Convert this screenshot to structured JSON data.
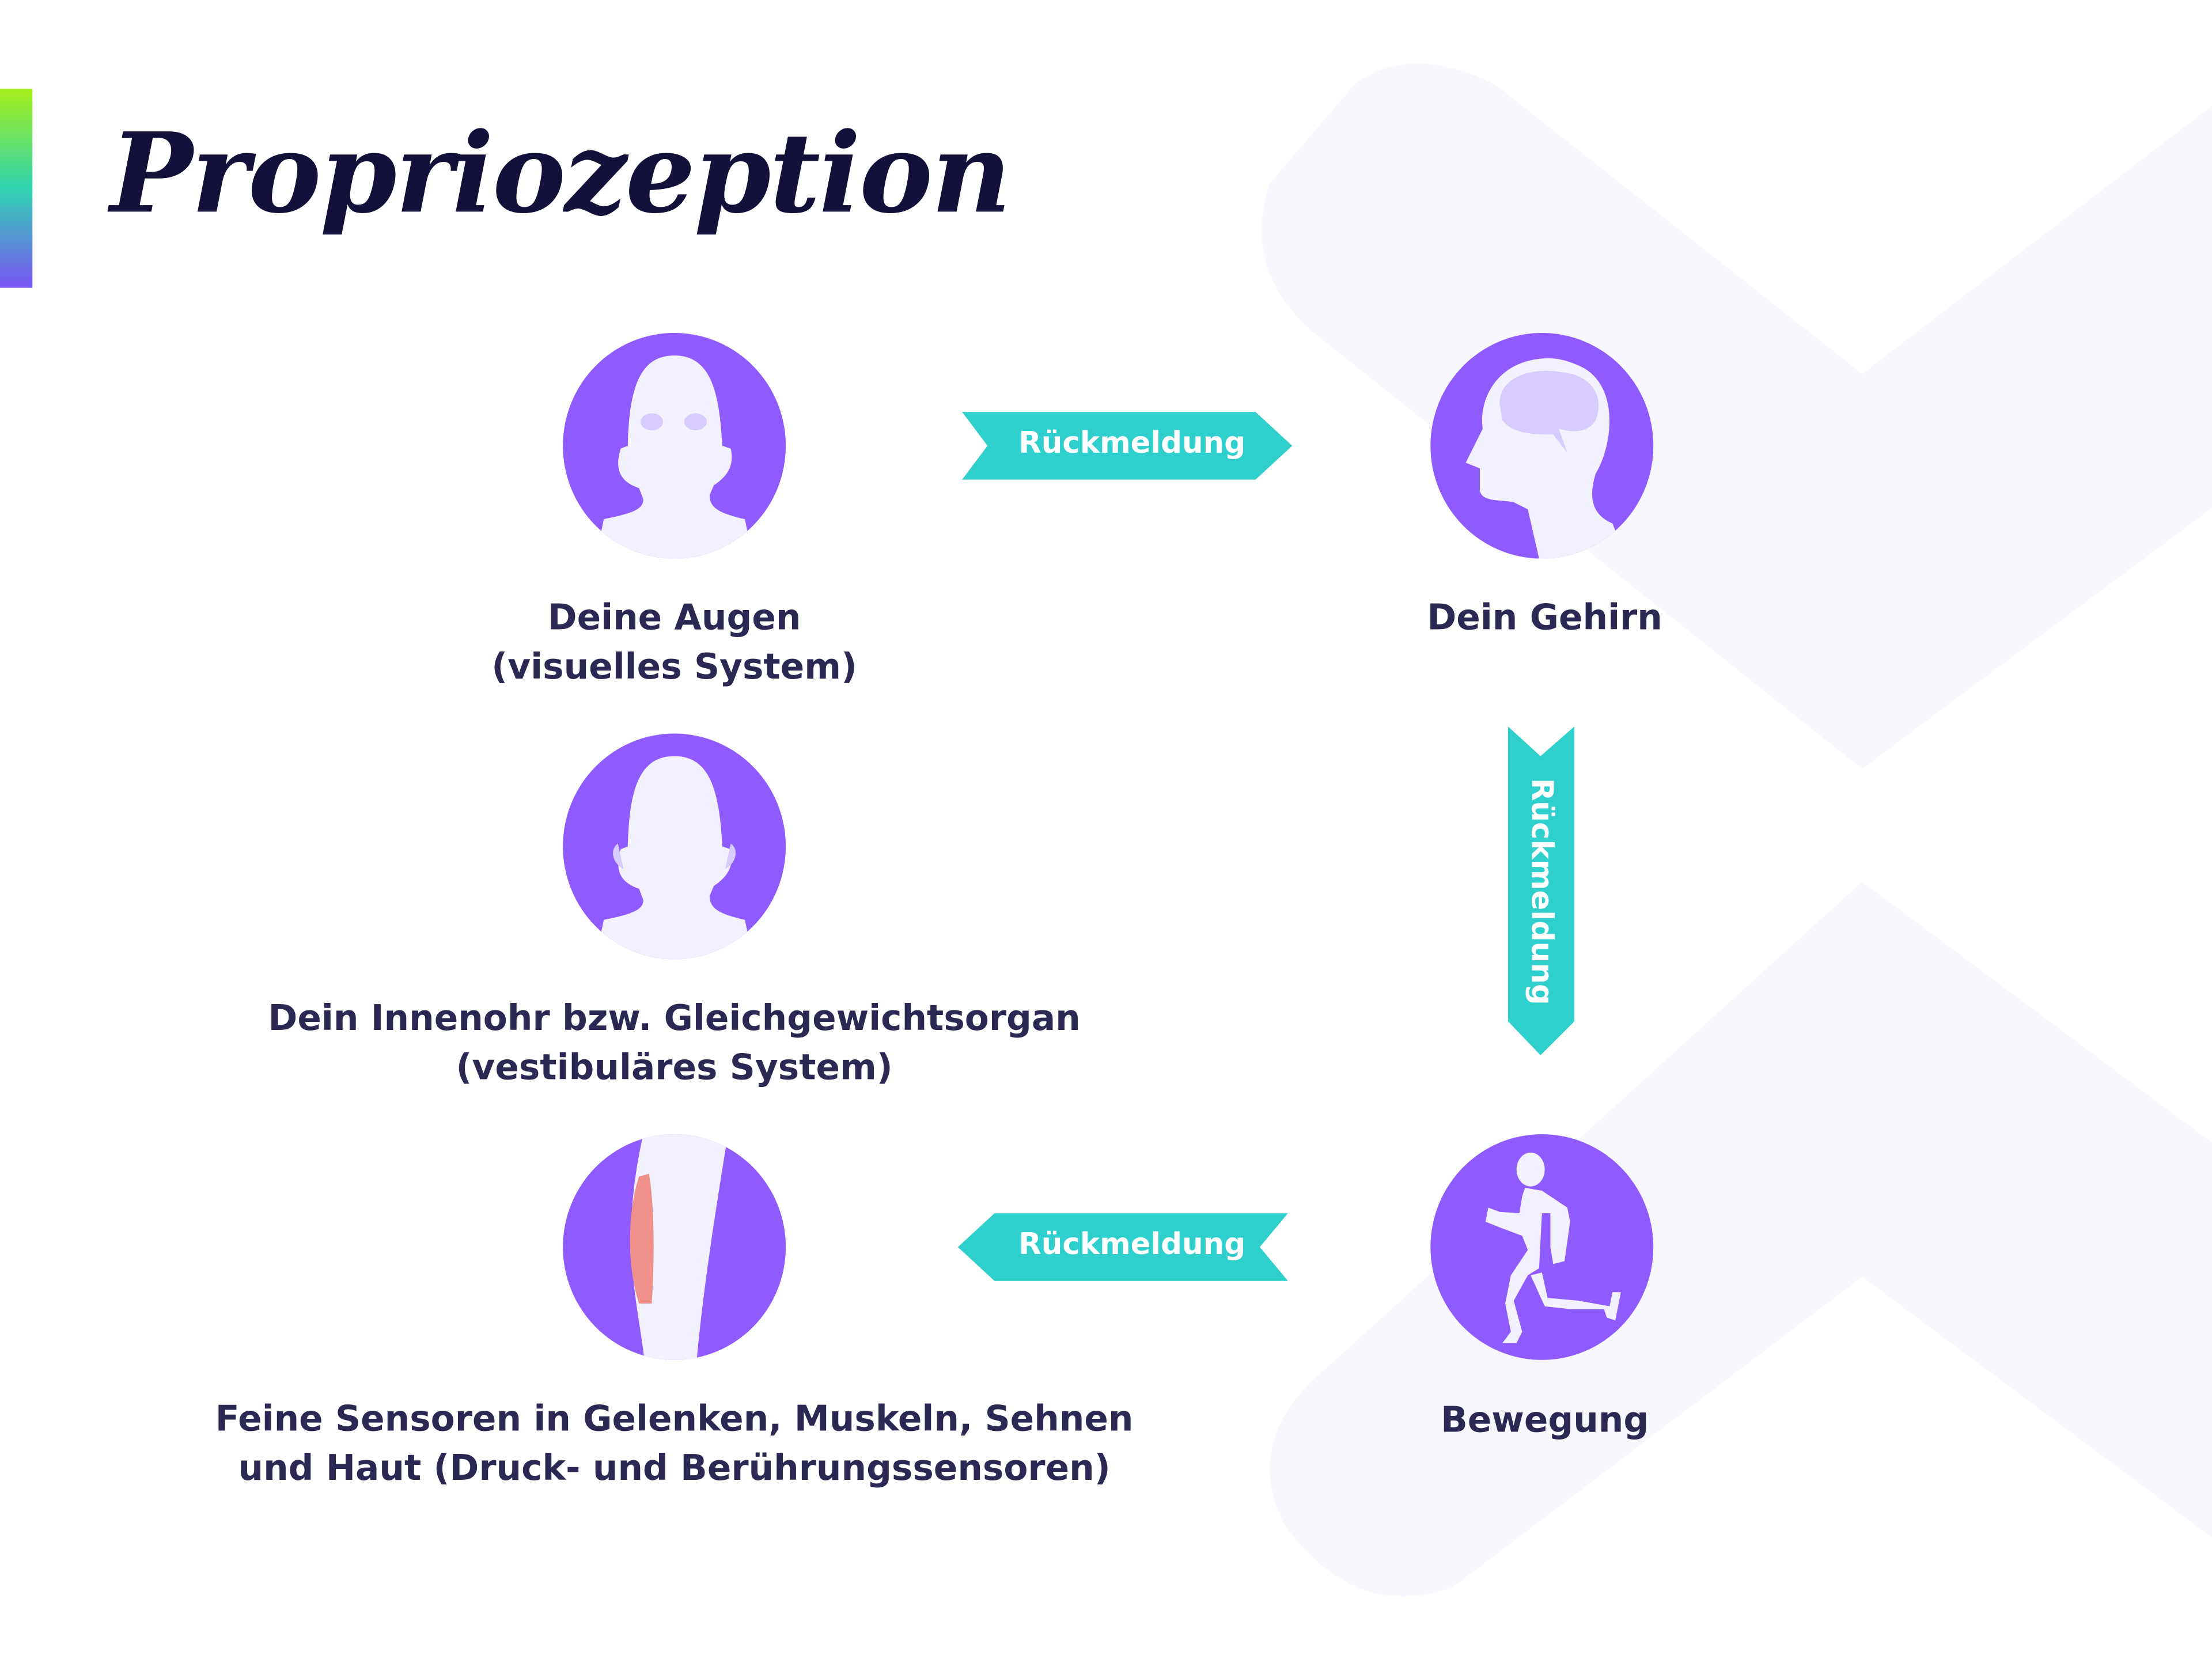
{
  "title": "Propriozeption",
  "colors": {
    "circle": "#8f5bff",
    "silhouette": "#f3f1fd",
    "arrow": "#2ecfcc",
    "text": "#2b2853",
    "title": "#13103a",
    "background_shape": "#f8f7fd"
  },
  "nodes": {
    "eyes": {
      "icon": "head-eyes-icon",
      "line1": "Deine Augen",
      "line2": "(visuelles System)"
    },
    "brain": {
      "icon": "head-brain-icon",
      "line1": "Dein Gehirn"
    },
    "inner_ear": {
      "icon": "head-ears-icon",
      "line1": "Dein Innenohr bzw. Gleichgewichtsorgan",
      "line2": "(vestibuläres System)"
    },
    "sensors": {
      "icon": "muscle-leg-icon",
      "line1": "Feine Sensoren in Gelenken, Muskeln, Sehnen",
      "line2": "und Haut (Druck- und Berührungssensoren)"
    },
    "movement": {
      "icon": "running-person-icon",
      "line1": "Bewegung"
    }
  },
  "arrows": {
    "eyes_to_brain": "Rückmeldung",
    "brain_to_movement": "Rückmeldung",
    "movement_to_sensors": "Rückmeldung"
  }
}
